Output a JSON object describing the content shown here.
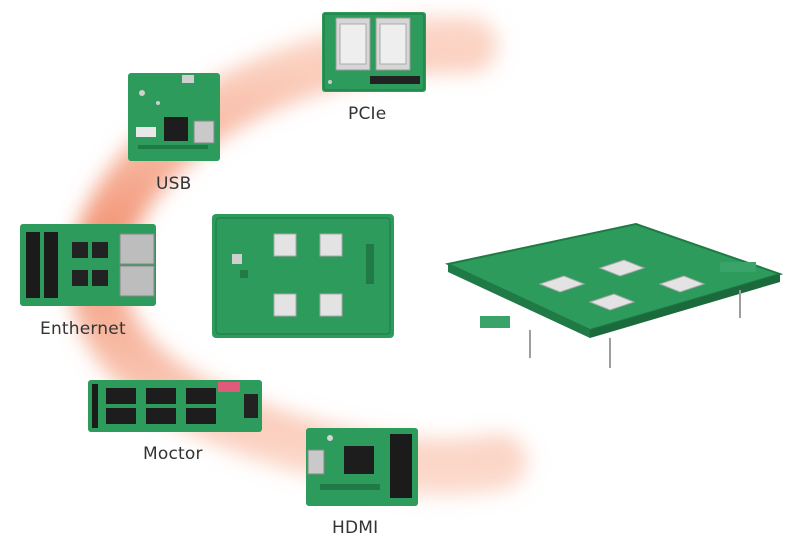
{
  "modules": {
    "pcie": {
      "label": "PCIe"
    },
    "usb": {
      "label": "USB"
    },
    "ethernet": {
      "label": "Enthernet"
    },
    "moctor": {
      "label": "Moctor"
    },
    "hdmi": {
      "label": "HDMI"
    }
  },
  "colors": {
    "arc": "#f4926f",
    "pcb_green": "#2d9b5c",
    "pcb_dark": "#1f7a45",
    "label_text": "#333333"
  }
}
